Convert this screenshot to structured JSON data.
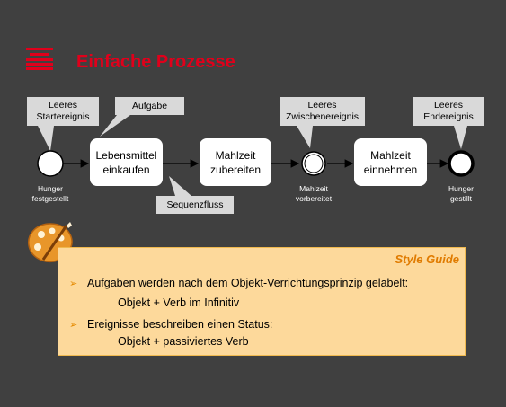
{
  "title": "Einfache Prozesse",
  "callouts": {
    "start": "Leeres\nStartereignis",
    "task": "Aufgabe",
    "flow": "Sequenzfluss",
    "intermediate": "Leeres\nZwischenereignis",
    "end": "Leeres\nEndereignis"
  },
  "tasks": [
    "Lebensmittel\neinkaufen",
    "Mahlzeit\nzubereiten",
    "Mahlzeit\neinnehmen"
  ],
  "events": {
    "start": "Hunger\nfestgestellt",
    "intermediate": "Mahlzeit\nvorbereitet",
    "end": "Hunger\ngestillt"
  },
  "style_guide": {
    "heading": "Style Guide",
    "rule1": "Aufgaben werden nach dem Objekt-Verrichtungsprinzip gelabelt:",
    "rule1_sub": "Objekt + Verb im Infinitiv",
    "rule2": "Ereignisse beschreiben einen Status:",
    "rule2_sub": "Objekt + passiviertes Verb"
  },
  "colors": {
    "accent": "#e0001b",
    "background": "#404040",
    "note_fill": "#fdd99b",
    "note_heading": "#e07b00"
  }
}
